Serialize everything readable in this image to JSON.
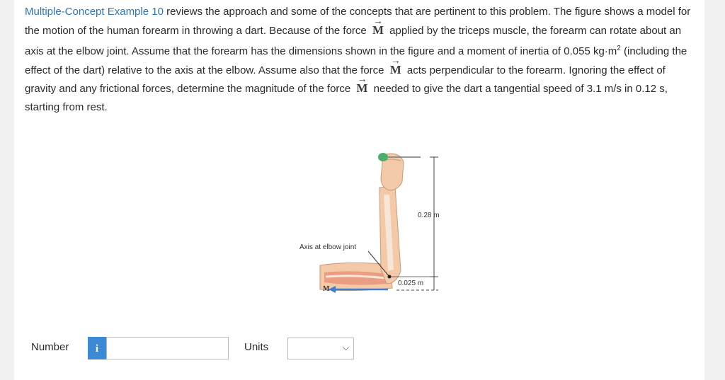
{
  "problem": {
    "link_text": "Multiple-Concept Example 10",
    "t1": " reviews the approach and some of the concepts that are pertinent to this problem. The figure shows a model for the motion of the human forearm in throwing a dart. Because of the force ",
    "vec_symbol": "M",
    "t2": " applied by the triceps muscle, the forearm can rotate about an axis at the elbow joint. Assume that the forearm has the dimensions shown in the figure and a moment of inertia of 0.055 kg·m",
    "sup": "2",
    "t3": " (including the effect of the dart) relative to the axis at the elbow. Assume also that the force ",
    "t4": " acts perpendicular to the forearm. Ignoring the effect of gravity and any frictional forces, determine the magnitude of the force ",
    "t5": " needed to give the dart a tangential speed of 3.1 m/s in 0.12 s, starting from rest."
  },
  "figure": {
    "axis_label": "Axis at elbow joint",
    "length_label": "0.28 m",
    "short_label": "0.025 m",
    "force_label": "M"
  },
  "answer": {
    "number_label": "Number",
    "info_icon_text": "i",
    "number_value": "",
    "units_label": "Units",
    "units_value": ""
  }
}
